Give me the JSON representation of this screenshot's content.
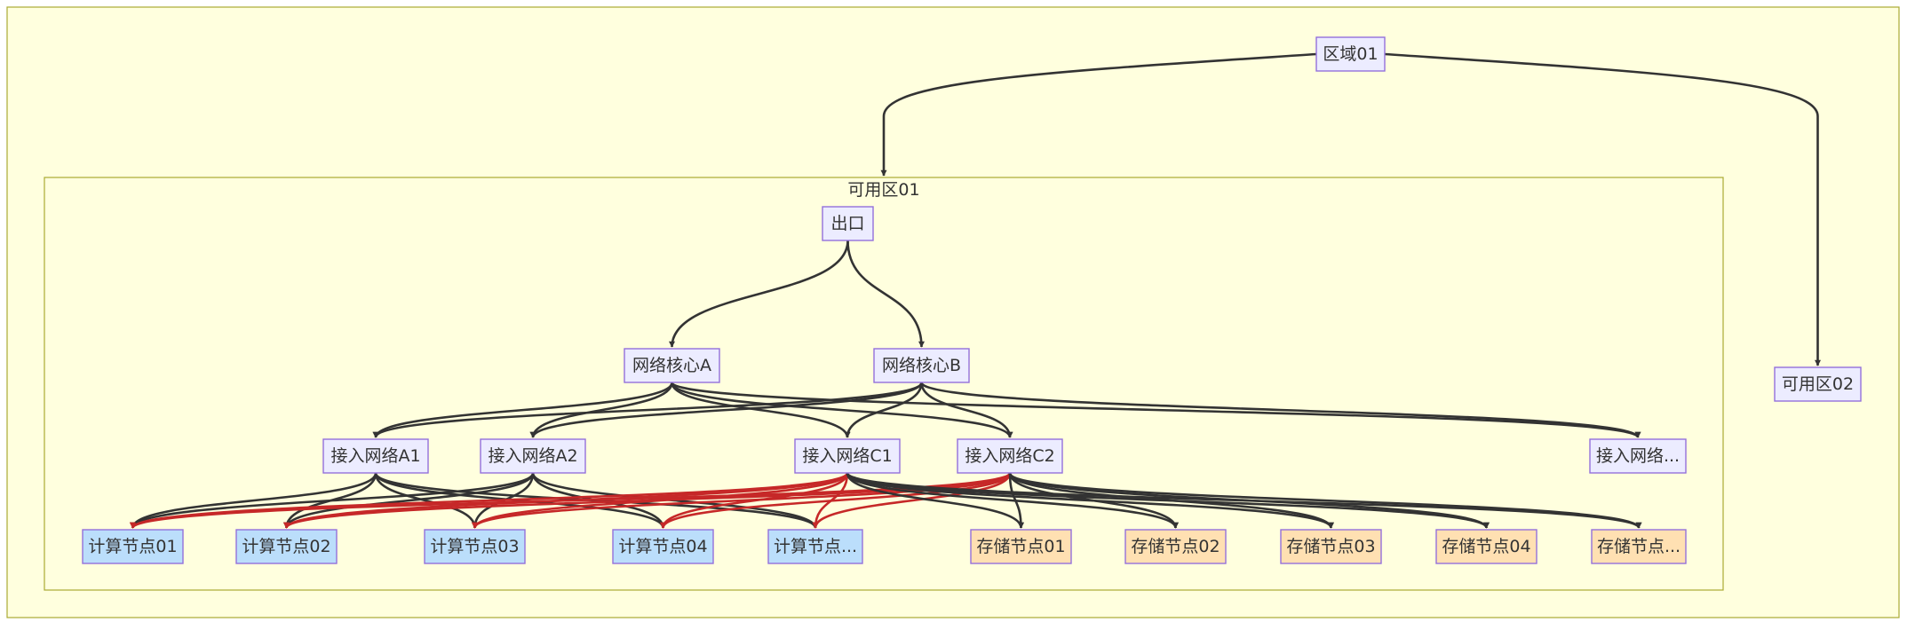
{
  "colors": {
    "canvas_fill": "#ffffde",
    "cluster_stroke": "#aaaa33",
    "node_fill": "#ececff",
    "node_stroke": "#9370db",
    "compute_fill": "#bbdefb",
    "storage_fill": "#ffe0b2",
    "edge": "#333333",
    "red_edge": "#c62828"
  },
  "clusters": [
    {
      "id": "region",
      "label": ""
    },
    {
      "id": "az01",
      "label": "可用区01"
    }
  ],
  "nodes": [
    {
      "id": "region01",
      "label": "区域01",
      "kind": "default"
    },
    {
      "id": "az02",
      "label": "可用区02",
      "kind": "default"
    },
    {
      "id": "exit",
      "label": "出口",
      "kind": "default"
    },
    {
      "id": "coreA",
      "label": "网络核心A",
      "kind": "default"
    },
    {
      "id": "coreB",
      "label": "网络核心B",
      "kind": "default"
    },
    {
      "id": "accA1",
      "label": "接入网络A1",
      "kind": "default"
    },
    {
      "id": "accA2",
      "label": "接入网络A2",
      "kind": "default"
    },
    {
      "id": "accC1",
      "label": "接入网络C1",
      "kind": "default"
    },
    {
      "id": "accC2",
      "label": "接入网络C2",
      "kind": "default"
    },
    {
      "id": "accX",
      "label": "接入网络...",
      "kind": "default"
    },
    {
      "id": "cmp01",
      "label": "计算节点01",
      "kind": "compute"
    },
    {
      "id": "cmp02",
      "label": "计算节点02",
      "kind": "compute"
    },
    {
      "id": "cmp03",
      "label": "计算节点03",
      "kind": "compute"
    },
    {
      "id": "cmp04",
      "label": "计算节点04",
      "kind": "compute"
    },
    {
      "id": "cmpX",
      "label": "计算节点...",
      "kind": "compute"
    },
    {
      "id": "sto01",
      "label": "存储节点01",
      "kind": "storage"
    },
    {
      "id": "sto02",
      "label": "存储节点02",
      "kind": "storage"
    },
    {
      "id": "sto03",
      "label": "存储节点03",
      "kind": "storage"
    },
    {
      "id": "sto04",
      "label": "存储节点04",
      "kind": "storage"
    },
    {
      "id": "stoX",
      "label": "存储节点...",
      "kind": "storage"
    }
  ],
  "edges": [
    {
      "from": "region01",
      "to": "az01",
      "style": "normal"
    },
    {
      "from": "region01",
      "to": "az02",
      "style": "normal"
    },
    {
      "from": "exit",
      "to": "coreA",
      "style": "normal"
    },
    {
      "from": "exit",
      "to": "coreB",
      "style": "normal"
    },
    {
      "from": "coreA",
      "to": "accA1",
      "style": "normal"
    },
    {
      "from": "coreA",
      "to": "accA2",
      "style": "normal"
    },
    {
      "from": "coreA",
      "to": "accC1",
      "style": "normal"
    },
    {
      "from": "coreA",
      "to": "accC2",
      "style": "normal"
    },
    {
      "from": "coreA",
      "to": "accX",
      "style": "normal"
    },
    {
      "from": "coreB",
      "to": "accA1",
      "style": "normal"
    },
    {
      "from": "coreB",
      "to": "accA2",
      "style": "normal"
    },
    {
      "from": "coreB",
      "to": "accC1",
      "style": "normal"
    },
    {
      "from": "coreB",
      "to": "accC2",
      "style": "normal"
    },
    {
      "from": "coreB",
      "to": "accX",
      "style": "normal"
    },
    {
      "from": "accA1",
      "to": "cmp01",
      "style": "normal"
    },
    {
      "from": "accA1",
      "to": "cmp02",
      "style": "normal"
    },
    {
      "from": "accA1",
      "to": "cmp03",
      "style": "normal"
    },
    {
      "from": "accA1",
      "to": "cmp04",
      "style": "normal"
    },
    {
      "from": "accA1",
      "to": "cmpX",
      "style": "normal"
    },
    {
      "from": "accA2",
      "to": "cmp01",
      "style": "normal"
    },
    {
      "from": "accA2",
      "to": "cmp02",
      "style": "normal"
    },
    {
      "from": "accA2",
      "to": "cmp03",
      "style": "normal"
    },
    {
      "from": "accA2",
      "to": "cmp04",
      "style": "normal"
    },
    {
      "from": "accA2",
      "to": "cmpX",
      "style": "normal"
    },
    {
      "from": "accC1",
      "to": "cmp01",
      "style": "red"
    },
    {
      "from": "accC1",
      "to": "cmp02",
      "style": "red"
    },
    {
      "from": "accC1",
      "to": "cmp03",
      "style": "red"
    },
    {
      "from": "accC1",
      "to": "cmp04",
      "style": "red"
    },
    {
      "from": "accC1",
      "to": "cmpX",
      "style": "red"
    },
    {
      "from": "accC2",
      "to": "cmp01",
      "style": "red"
    },
    {
      "from": "accC2",
      "to": "cmp02",
      "style": "red"
    },
    {
      "from": "accC2",
      "to": "cmp03",
      "style": "red"
    },
    {
      "from": "accC2",
      "to": "cmp04",
      "style": "red"
    },
    {
      "from": "accC2",
      "to": "cmpX",
      "style": "red"
    },
    {
      "from": "accC1",
      "to": "sto01",
      "style": "normal"
    },
    {
      "from": "accC1",
      "to": "sto02",
      "style": "normal"
    },
    {
      "from": "accC1",
      "to": "sto03",
      "style": "normal"
    },
    {
      "from": "accC1",
      "to": "sto04",
      "style": "normal"
    },
    {
      "from": "accC1",
      "to": "stoX",
      "style": "normal"
    },
    {
      "from": "accC2",
      "to": "sto01",
      "style": "normal"
    },
    {
      "from": "accC2",
      "to": "sto02",
      "style": "normal"
    },
    {
      "from": "accC2",
      "to": "sto03",
      "style": "normal"
    },
    {
      "from": "accC2",
      "to": "sto04",
      "style": "normal"
    },
    {
      "from": "accC2",
      "to": "stoX",
      "style": "normal"
    }
  ]
}
